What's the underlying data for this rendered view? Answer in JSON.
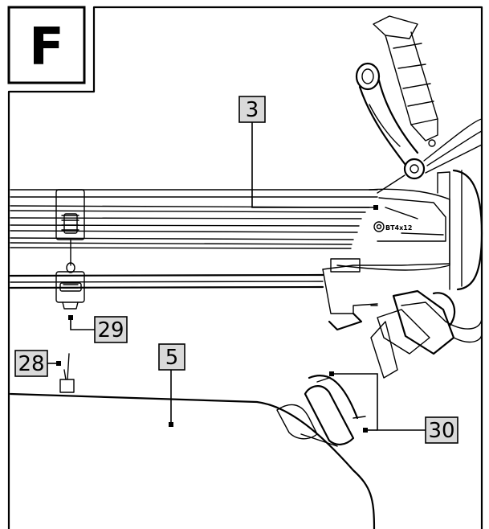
{
  "panel": {
    "letter": "F"
  },
  "callouts": [
    {
      "id": "3",
      "label": "3"
    },
    {
      "id": "5",
      "label": "5"
    },
    {
      "id": "28",
      "label": "28"
    },
    {
      "id": "29",
      "label": "29"
    },
    {
      "id": "30",
      "label": "30"
    }
  ],
  "part_marking": "BT4x12"
}
